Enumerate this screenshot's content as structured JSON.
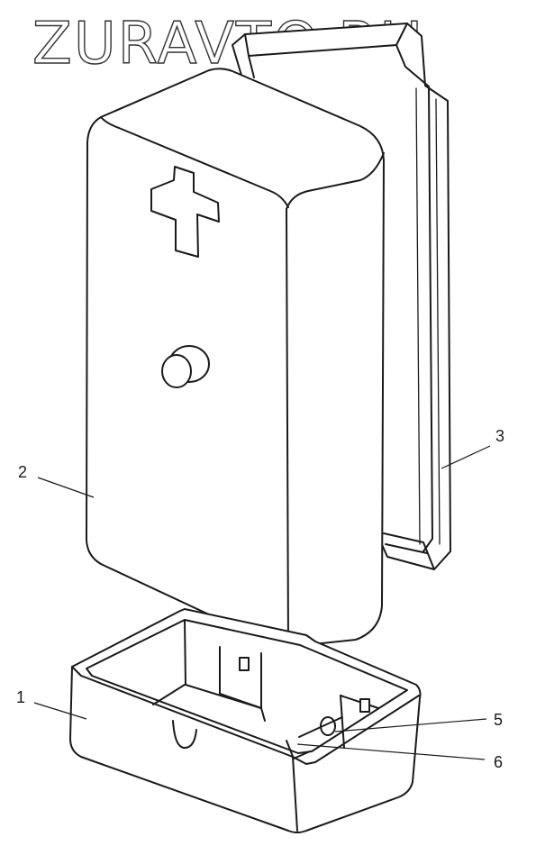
{
  "watermark": {
    "text": "ZURAVTO.RU"
  },
  "callouts": [
    {
      "id": "1",
      "label": "1",
      "part": "base"
    },
    {
      "id": "2",
      "label": "2",
      "part": "lid"
    },
    {
      "id": "3",
      "label": "3",
      "part": "insert-tray"
    },
    {
      "id": "5",
      "label": "5",
      "part": "latch-pin"
    },
    {
      "id": "6",
      "label": "6",
      "part": "latch-bracket"
    }
  ],
  "colors": {
    "ink": "#1a1a1a",
    "paper": "#ffffff"
  }
}
